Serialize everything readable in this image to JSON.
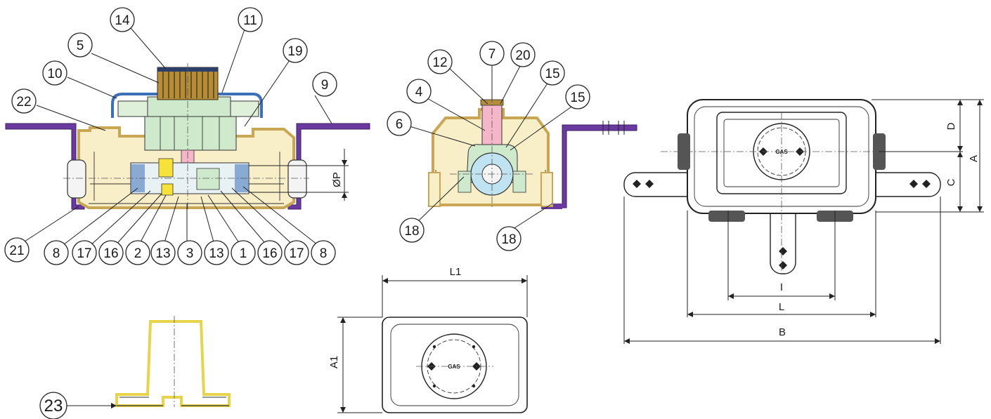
{
  "colors": {
    "housing": "#f3e3b4",
    "housing_edge": "#c9a654",
    "bracket": "#6a3aa0",
    "cover": "#3b6fb8",
    "body_green": "#cfe9cc",
    "knob": "#b58c3a",
    "spindle_pink": "#f4b6c8",
    "ball_blue": "#bfe3f0",
    "seat_yellow": "#f7e23a"
  },
  "callouts": {
    "c14": "14",
    "c11": "11",
    "c5": "5",
    "c19": "19",
    "c10": "10",
    "c9": "9",
    "c22": "22",
    "c21": "21",
    "c8a": "8",
    "c17a": "17",
    "c16a": "16",
    "c2": "2",
    "c13a": "13",
    "c3": "3",
    "c13b": "13",
    "c1": "1",
    "c16b": "16",
    "c17b": "17",
    "c8b": "8",
    "c12": "12",
    "c7": "7",
    "c20": "20",
    "c4": "4",
    "c15a": "15",
    "c15b": "15",
    "c6": "6",
    "c18a": "18",
    "c18b": "18",
    "c23": "23"
  },
  "dimensions": {
    "op": "ØP",
    "d": "D",
    "a": "A",
    "c": "C",
    "i": "I",
    "l": "L",
    "b": "B",
    "l1": "L1",
    "a1": "A1"
  },
  "plate_text": {
    "gas_top": "GAS",
    "gas_front": "GAS"
  }
}
